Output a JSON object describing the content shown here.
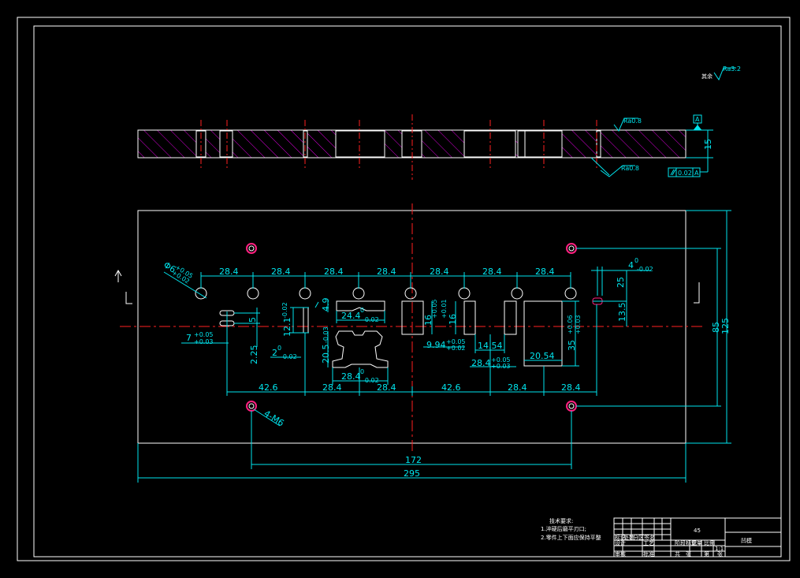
{
  "colors": {
    "background": "#000000",
    "outline": "#ffffff",
    "dimension": "#00e5ee",
    "centerline": "#ff2020",
    "hatch": "#e000e0",
    "hole_ring": "#ff2080"
  },
  "surface_finish": {
    "corner": "Ra3.2",
    "top": "Ra0.8",
    "bottom": "Ra0.8"
  },
  "datum": {
    "label": "A",
    "tolerance": "0.02",
    "ref": "A"
  },
  "dims": {
    "thickness": "15",
    "pitch": "28.4",
    "hole_dia": "Φ6",
    "hole_dia_tol_top": "+0.05",
    "hole_dia_tol_bot": "+0.02",
    "pin_holes": "4-M6",
    "slot_w": "7",
    "slot_w_tol_top": "+0.05",
    "slot_w_tol_bot": "+0.03",
    "slot_h": "5",
    "slot_gap": "2.25",
    "depth_49": "4.9",
    "small_w": "12.1",
    "small_w_tol": "-0.02",
    "angle_2": "2",
    "angle_2_tol": "-0.02",
    "punch_w": "24.4",
    "punch_w_tol": "-0.02",
    "punch_h": "20.5",
    "punch_h_tol": "-0.03",
    "punch_bottom": "28.4",
    "punch_bottom_tol": "-0.02",
    "rect_h": "16",
    "rect_h_tol_top": "+0.05",
    "rect_h_tol_bot": "+0.01",
    "rect_h2": "16",
    "rect_w": "9.94",
    "rect_w_tol_top": "+0.05",
    "rect_w_tol_bot": "+0.02",
    "gap_1454": "14.54",
    "gap_284": "28.4",
    "gap_284_tol_top": "+0.05",
    "gap_284_tol_bot": "+0.03",
    "big_h": "35",
    "big_h_tol_top": "+0.06",
    "big_h_tol_bot": "+0.03",
    "big_w": "20.54",
    "right_4": "4",
    "right_4_tol": "-0.02",
    "right_25": "25",
    "right_135": "13.5",
    "bottom_426a": "42.6",
    "bottom_426b": "42.6",
    "span_172": "172",
    "span_295": "295",
    "height_85": "85",
    "height_125": "125"
  },
  "notes": {
    "title": "技术要求:",
    "line1": "1.淬硬后磨平刃口;",
    "line2": "2.零件上下面应保持平整"
  },
  "title_block": {
    "material": "45",
    "part_name": "凹模",
    "r_a": "标记",
    "r_b": "处数",
    "r_c": "分区",
    "r_d": "签名",
    "r_e": "设计",
    "r_f": "审核",
    "r_g": "阶段标记",
    "r_h": "重量",
    "r_i": "比例",
    "r_j": "1:1",
    "r_k": "工艺",
    "r_l": "批准",
    "r_m": "共",
    "r_n": "张",
    "r_o": "第",
    "r_p": "张"
  }
}
